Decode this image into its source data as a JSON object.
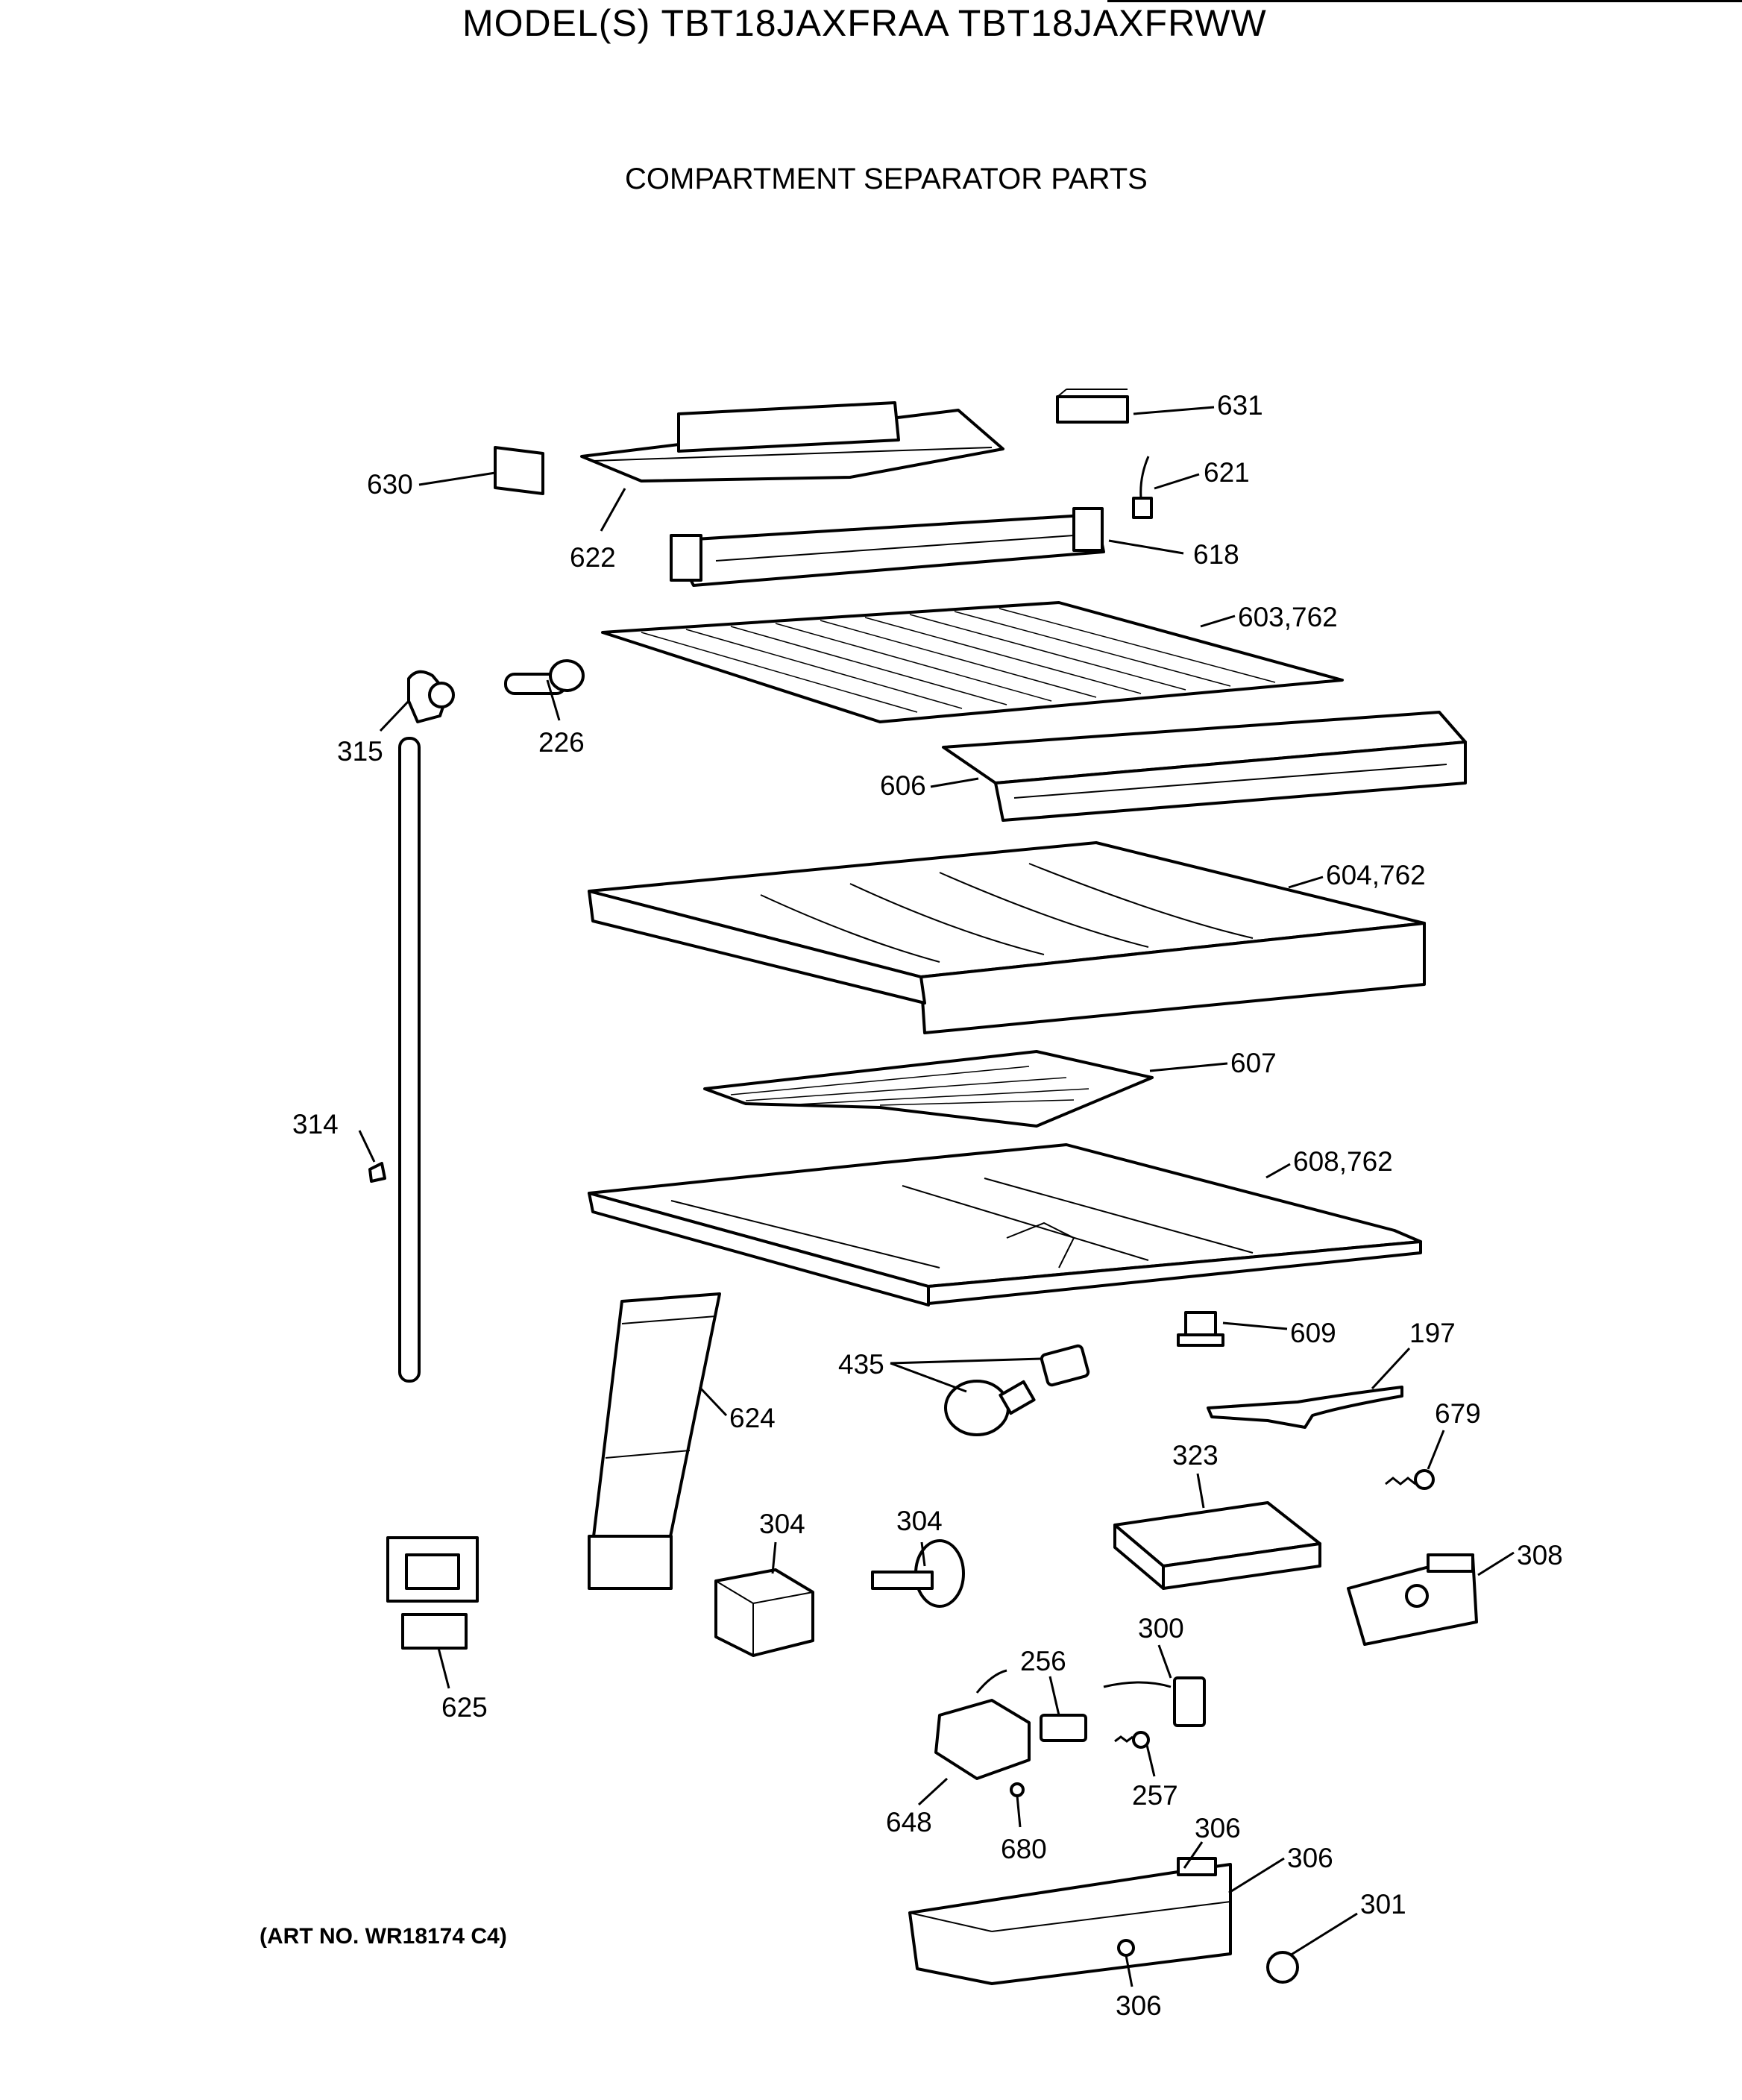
{
  "header": {
    "model": "MODEL(S) TBT18JAXFRAA  TBT18JAXFRWW",
    "subtitle": "COMPARTMENT SEPARATOR PARTS"
  },
  "footer": {
    "art_number": "(ART NO. WR18174 C4)"
  },
  "part_labels": {
    "p631": "631",
    "p630": "630",
    "p621": "621",
    "p622": "622",
    "p618": "618",
    "p603": "603,762",
    "p315": "315",
    "p226": "226",
    "p606": "606",
    "p604": "604,762",
    "p607": "607",
    "p314": "314",
    "p608": "608,762",
    "p609": "609",
    "p197": "197",
    "p435": "435",
    "p624": "624",
    "p679": "679",
    "p323": "323",
    "p304a": "304",
    "p304b": "304",
    "p308": "308",
    "p300": "300",
    "p256": "256",
    "p625": "625",
    "p257": "257",
    "p648": "648",
    "p680": "680",
    "p306a": "306",
    "p306b": "306",
    "p301": "301",
    "p306c": "306"
  }
}
